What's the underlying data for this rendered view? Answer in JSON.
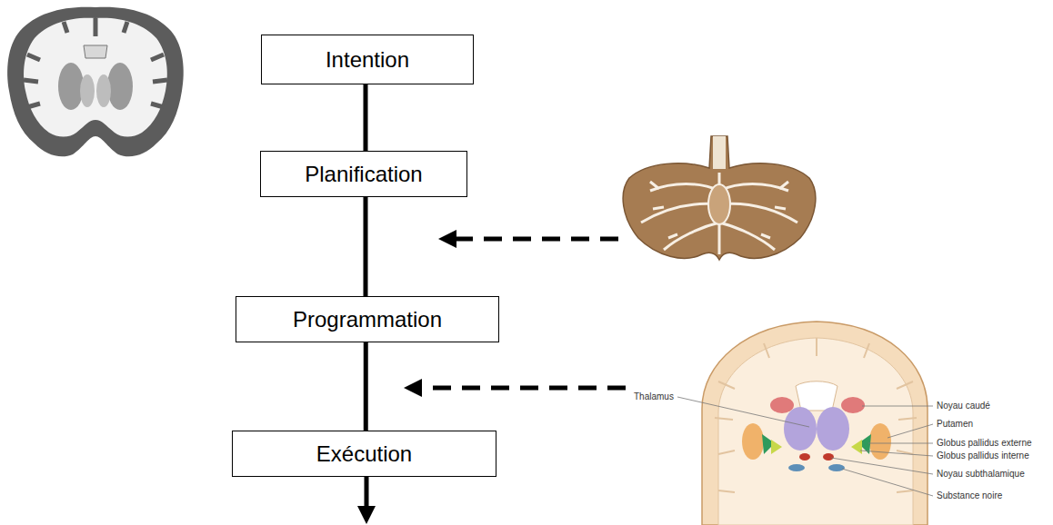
{
  "diagram": {
    "nodes": [
      {
        "text": [
          "Intention"
        ]
      },
      {
        "text": [
          "Planification"
        ]
      },
      {
        "text": [
          "Programmation"
        ]
      },
      {
        "text": [
          "Exécution"
        ]
      }
    ],
    "edges": [
      {
        "from": 0,
        "to": 1,
        "arrow": "none"
      },
      {
        "from": 1,
        "to": 2,
        "arrow": "none"
      },
      {
        "from": 2,
        "to": 3,
        "arrow": "none"
      }
    ],
    "labels": [
      "Thalamus",
      "Noyau caudé",
      "Putamen",
      "Globus pallidus externe",
      "Globus pallidus interne",
      "Noyau subthalamique",
      "Substance noire"
    ]
  }
}
